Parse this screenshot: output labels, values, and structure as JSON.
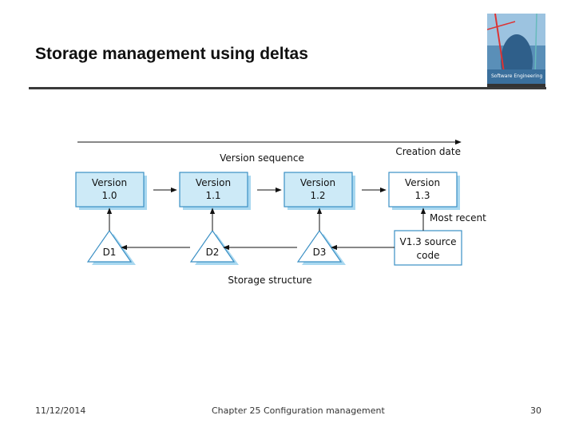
{
  "slide": {
    "title": "Storage management using deltas",
    "footer_date": "11/12/2014",
    "footer_center": "Chapter 25 Configuration management",
    "page_number": "30",
    "cover_image": {
      "text": "Software Engineering"
    }
  },
  "diagram": {
    "creation_date_label": "Creation date",
    "version_sequence_label": "Version sequence",
    "storage_structure_label": "Storage structure",
    "most_recent_label": "Most recent",
    "versions": [
      {
        "line1": "Version",
        "line2": "1.0",
        "stored_as_delta": true
      },
      {
        "line1": "Version",
        "line2": "1.1",
        "stored_as_delta": true
      },
      {
        "line1": "Version",
        "line2": "1.2",
        "stored_as_delta": true
      },
      {
        "line1": "Version",
        "line2": "1.3",
        "stored_as_delta": false
      }
    ],
    "deltas": [
      "D1",
      "D2",
      "D3"
    ],
    "source": {
      "line1": "V1.3 source",
      "line2": "code"
    },
    "colors": {
      "box_fill": "#cdeaf7",
      "shadow": "#a9d8f0",
      "stroke": "#3a8fc4"
    }
  }
}
